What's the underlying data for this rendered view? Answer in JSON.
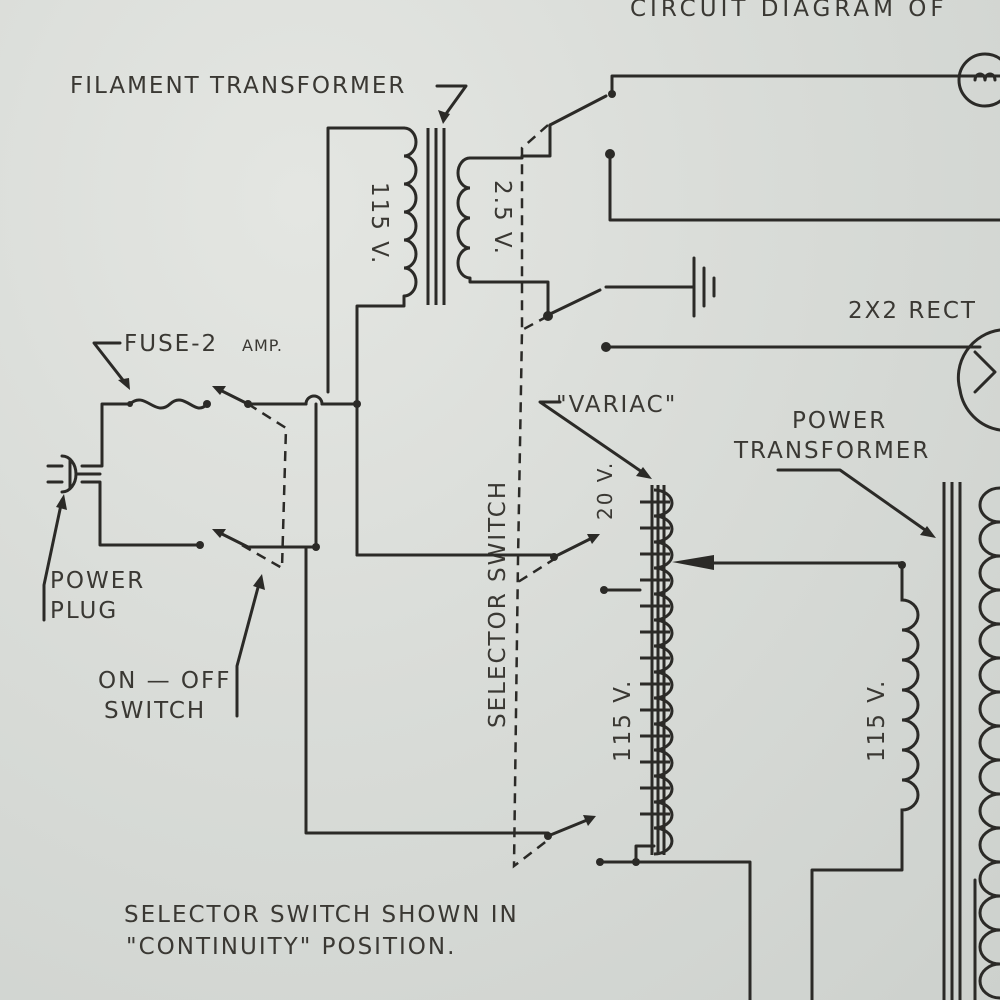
{
  "labels": {
    "title_partial": "CIRCUIT DIAGRAM OF",
    "filament_transformer": "FILAMENT TRANSFORMER",
    "fuse": "FUSE-2",
    "fuse_unit": "AMP.",
    "power_plug_line1": "POWER",
    "power_plug_line2": "PLUG",
    "on_off_line1": "ON — OFF",
    "on_off_line2": "SWITCH",
    "v115_primary": "115 V.",
    "v2_5_secondary": "2.5 V.",
    "variac": "\"VARIAC\"",
    "v20": "20 V.",
    "v115_variac": "115 V.",
    "selector_switch": "SELECTOR SWITCH",
    "power_transformer_line1": "POWER",
    "power_transformer_line2": "TRANSFORMER",
    "v115_power": "115 V.",
    "rectifier_partial": "2X2 RECT",
    "note_line1": "SELECTOR SWITCH SHOWN IN",
    "note_line2": "\"CONTINUITY\" POSITION."
  }
}
